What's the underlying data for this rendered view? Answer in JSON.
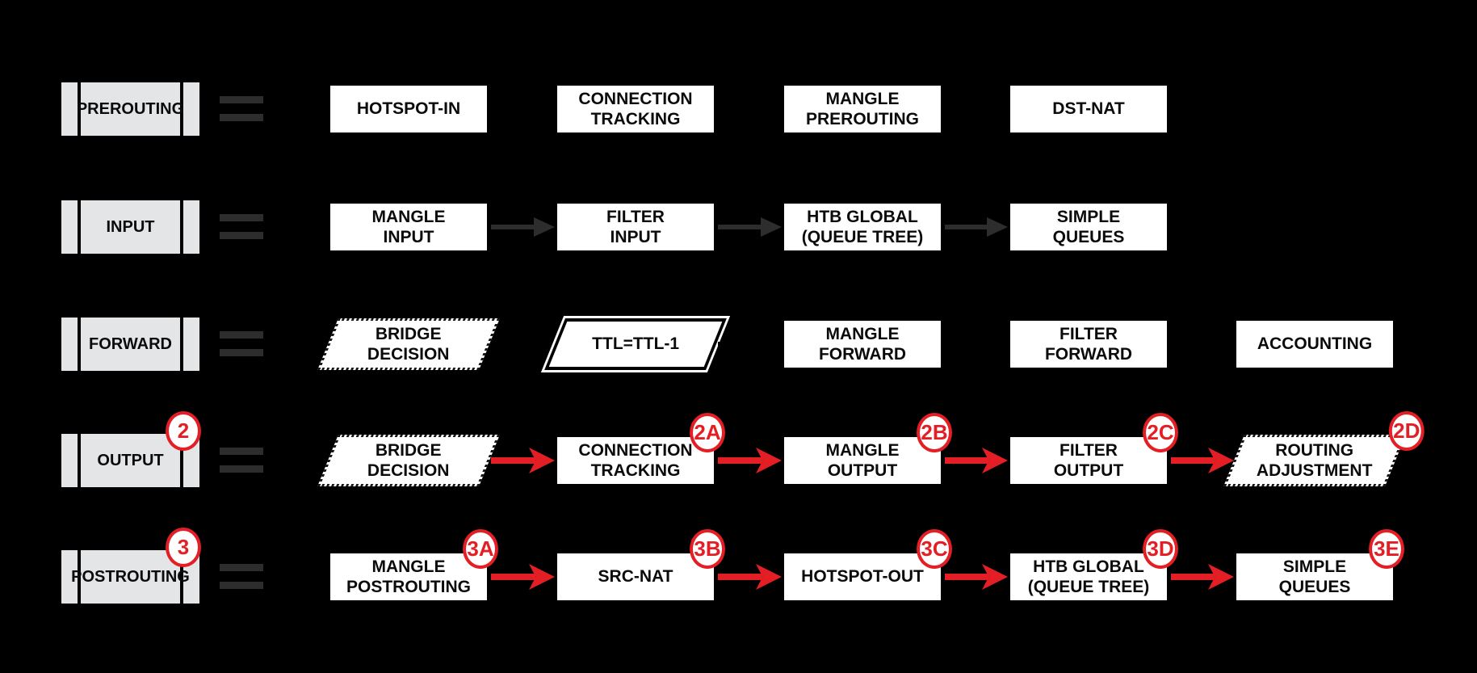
{
  "colors": {
    "background": "#000000",
    "chain_fill": "#e4e5e7",
    "box_fill": "#ffffff",
    "box_text": "#0b0b0b",
    "equals_sign": "#2d2d2d",
    "arrow_input_row": "#2d2d2d",
    "arrow_hidden_rows": "#000000",
    "arrow_red": "#e31e24",
    "badge_ring": "#e31e24",
    "badge_fill": "#ffffff"
  },
  "rows": [
    {
      "id": "prerouting",
      "chain": {
        "label": "PREROUTING",
        "badge": null
      },
      "arrow_color": "#000000",
      "boxes": [
        {
          "label": "HOTSPOT-IN",
          "shape": "rect",
          "badge": null
        },
        {
          "label": "CONNECTION\nTRACKING",
          "shape": "rect",
          "badge": null
        },
        {
          "label": "MANGLE\nPREROUTING",
          "shape": "rect",
          "badge": null
        },
        {
          "label": "DST-NAT",
          "shape": "rect",
          "badge": null
        }
      ]
    },
    {
      "id": "input",
      "chain": {
        "label": "INPUT",
        "badge": null
      },
      "arrow_color": "#2d2d2d",
      "boxes": [
        {
          "label": "MANGLE\nINPUT",
          "shape": "rect",
          "badge": null
        },
        {
          "label": "FILTER\nINPUT",
          "shape": "rect",
          "badge": null
        },
        {
          "label": "HTB GLOBAL\n(QUEUE TREE)",
          "shape": "rect",
          "badge": null
        },
        {
          "label": "SIMPLE\nQUEUES",
          "shape": "rect",
          "badge": null
        }
      ]
    },
    {
      "id": "forward",
      "chain": {
        "label": "FORWARD",
        "badge": null
      },
      "arrow_color": "#000000",
      "boxes": [
        {
          "label": "BRIDGE\nDECISION",
          "shape": "parallelogram-dotted",
          "badge": null
        },
        {
          "label": "TTL=TTL-1",
          "shape": "parallelogram-solid",
          "badge": null
        },
        {
          "label": "MANGLE\nFORWARD",
          "shape": "rect",
          "badge": null
        },
        {
          "label": "FILTER\nFORWARD",
          "shape": "rect",
          "badge": null
        },
        {
          "label": "ACCOUNTING",
          "shape": "rect",
          "badge": null
        }
      ]
    },
    {
      "id": "output",
      "chain": {
        "label": "OUTPUT",
        "badge": "2"
      },
      "arrow_color": "#e31e24",
      "boxes": [
        {
          "label": "BRIDGE\nDECISION",
          "shape": "parallelogram-dotted",
          "badge": null
        },
        {
          "label": "CONNECTION\nTRACKING",
          "shape": "rect",
          "badge": "2A"
        },
        {
          "label": "MANGLE\nOUTPUT",
          "shape": "rect",
          "badge": "2B"
        },
        {
          "label": "FILTER\nOUTPUT",
          "shape": "rect",
          "badge": "2C"
        },
        {
          "label": "ROUTING\nADJUSTMENT",
          "shape": "parallelogram-dotted",
          "badge": "2D"
        }
      ]
    },
    {
      "id": "postrouting",
      "chain": {
        "label": "POSTROUTING",
        "badge": "3"
      },
      "arrow_color": "#e31e24",
      "boxes": [
        {
          "label": "MANGLE\nPOSTROUTING",
          "shape": "rect",
          "badge": "3A"
        },
        {
          "label": "SRC-NAT",
          "shape": "rect",
          "badge": "3B"
        },
        {
          "label": "HOTSPOT-OUT",
          "shape": "rect",
          "badge": "3C"
        },
        {
          "label": "HTB GLOBAL\n(QUEUE TREE)",
          "shape": "rect",
          "badge": "3D"
        },
        {
          "label": "SIMPLE\nQUEUES",
          "shape": "rect",
          "badge": "3E"
        }
      ]
    }
  ]
}
